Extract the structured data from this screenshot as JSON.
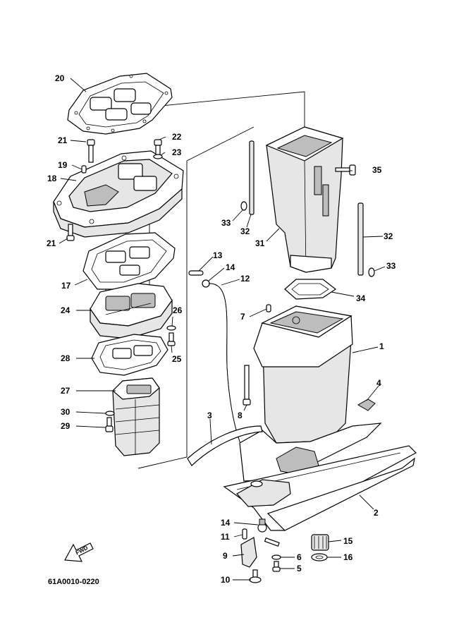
{
  "diagram": {
    "reference_code": "61A0010-0220",
    "forward_badge": "FWD",
    "callouts": {
      "c1": "1",
      "c2": "2",
      "c3": "3",
      "c4": "4",
      "c5": "5",
      "c6": "6",
      "c7": "7",
      "c8": "8",
      "c9": "9",
      "c10": "10",
      "c11": "11",
      "c12": "12",
      "c13": "13",
      "c14a": "14",
      "c14b": "14",
      "c15": "15",
      "c16": "16",
      "c17": "17",
      "c18": "18",
      "c19": "19",
      "c20": "20",
      "c21a": "21",
      "c21b": "21",
      "c22": "22",
      "c23": "23",
      "c24": "24",
      "c25": "25",
      "c26": "26",
      "c27": "27",
      "c28": "28",
      "c29": "29",
      "c30": "30",
      "c31": "31",
      "c32a": "32",
      "c32b": "32",
      "c33a": "33",
      "c33b": "33",
      "c34": "34",
      "c35": "35"
    }
  }
}
